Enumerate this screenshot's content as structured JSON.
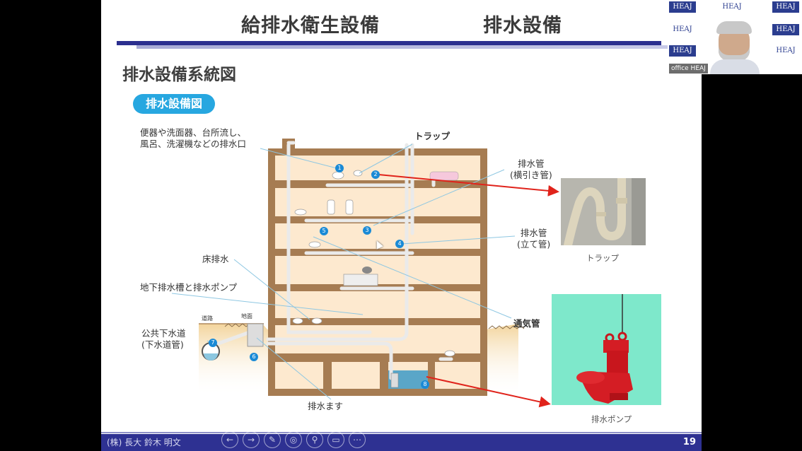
{
  "slide": {
    "title_left": "給排水衛生設備",
    "title_right": "排水設備",
    "section_title": "排水設備系統図",
    "pill_label": "排水設備図",
    "page_number": "19",
    "footer_text": "(株) 長大 鈴木 明文"
  },
  "diagram": {
    "labels": {
      "drain_outlets": [
        "便器や洗面器、台所流し、",
        "風呂、洗濯機などの排水口"
      ],
      "trap": "トラップ",
      "horizontal_drain": [
        "排水管",
        "(横引き管)"
      ],
      "vertical_drain": [
        "排水管",
        "(立て管)"
      ],
      "floor_drain": "床排水",
      "basement_tank": "地下排水槽と排水ポンプ",
      "road": "道路",
      "ground": "地面",
      "public_sewer": [
        "公共下水道",
        "(下水道管)"
      ],
      "vent_pipe": "通気管",
      "drain_basin": "排水ます"
    },
    "markers": [
      "1",
      "2",
      "3",
      "4",
      "5",
      "6",
      "7",
      "8"
    ],
    "photos": {
      "trap_caption": "トラップ",
      "pump_caption": "排水ポンプ"
    },
    "colors": {
      "building": "#a67c52",
      "room": "#fde9cf",
      "pipe": "#e8e8e8",
      "marker": "#1a8ad6",
      "arrow": "#e0231b",
      "tank": "#5aa6c8"
    }
  },
  "slideshow_controls": [
    "prev",
    "next",
    "pen",
    "pointer",
    "zoom",
    "subtitles",
    "more"
  ],
  "video": {
    "participant_name": "office HEAJ",
    "backdrop_logo": "HEAJ"
  },
  "theme": {
    "accent": "#2e3192",
    "pill": "#27a7e0"
  }
}
